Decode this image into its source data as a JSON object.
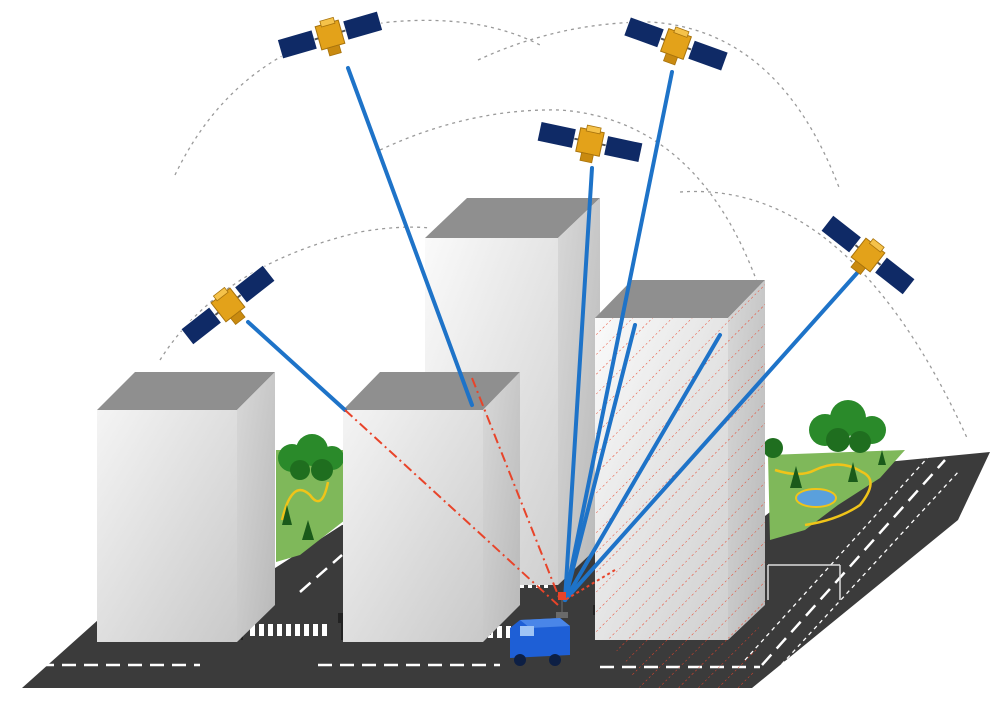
{
  "diagram": {
    "satellites": [
      {
        "id": "sat-1",
        "status": "direct"
      },
      {
        "id": "sat-2",
        "status": "direct"
      },
      {
        "id": "sat-3",
        "status": "direct"
      },
      {
        "id": "sat-4",
        "status": "direct"
      },
      {
        "id": "sat-5",
        "status": "direct"
      },
      {
        "id": "sat-6",
        "status": "blocked"
      }
    ],
    "buildings": [
      {
        "id": "building-front-left"
      },
      {
        "id": "building-front-middle"
      },
      {
        "id": "building-tall-center"
      },
      {
        "id": "building-right-hatched"
      }
    ],
    "receiver": {
      "id": "receiver-vehicle"
    },
    "colors": {
      "los_signal": "#1e73c8",
      "nlos_signal": "#e8442a",
      "multipath_region": "#e8442a",
      "road": "#3b3b3b",
      "road_marking": "#ffffff",
      "building_roof": "#8f8f8f",
      "solar_panel": "#0f2a66",
      "satellite_body": "#e3a21a",
      "vehicle": "#1e5fd6",
      "park_grass": "#7fb85a",
      "park_path": "#f0c419",
      "pond": "#5aa0dc",
      "orbit": "#9a9a9a"
    }
  }
}
